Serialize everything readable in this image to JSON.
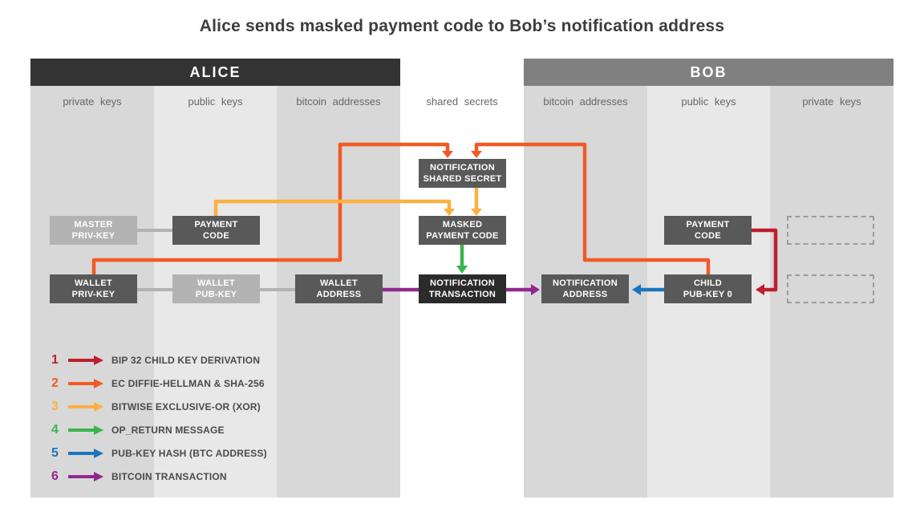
{
  "title": "Alice sends masked payment code to Bob’s notification address",
  "alice": {
    "header": "ALICE",
    "columns": [
      "private keys",
      "public keys",
      "bitcoin addresses"
    ]
  },
  "bob": {
    "header": "BOB",
    "columns": [
      "bitcoin addresses",
      "public keys",
      "private keys"
    ]
  },
  "shared_column_label": "shared secrets",
  "boxes": {
    "master_priv_key": "MASTER\nPRIV-KEY",
    "alice_payment_code": "PAYMENT\nCODE",
    "wallet_priv_key": "WALLET\nPRIV-KEY",
    "wallet_pub_key": "WALLET\nPUB-KEY",
    "wallet_address": "WALLET\nADDRESS",
    "notification_shared_secret": "NOTIFICATION\nSHARED SECRET",
    "masked_payment_code": "MASKED\nPAYMENT CODE",
    "notification_transaction": "NOTIFICATION\nTRANSACTION",
    "notification_address": "NOTIFICATION\nADDRESS",
    "child_pub_key_0": "CHILD\nPUB-KEY 0",
    "bob_payment_code": "PAYMENT\nCODE"
  },
  "colors": {
    "red": "#be1e2d",
    "orange": "#f15a24",
    "yellow": "#fbb040",
    "green": "#39b54a",
    "blue": "#1b75bc",
    "purple": "#92278f",
    "connector": "#b3b3b3"
  },
  "legend": {
    "items": [
      {
        "num": "1",
        "color": "#be1e2d",
        "label": "BIP 32 CHILD KEY DERIVATION"
      },
      {
        "num": "2",
        "color": "#f15a24",
        "label": "EC DIFFIE-HELLMAN & SHA-256"
      },
      {
        "num": "3",
        "color": "#fbb040",
        "label": "BITWISE EXCLUSIVE-OR (XOR)"
      },
      {
        "num": "4",
        "color": "#39b54a",
        "label": "OP_RETURN MESSAGE"
      },
      {
        "num": "5",
        "color": "#1b75bc",
        "label": "PUB-KEY HASH (BTC ADDRESS)"
      },
      {
        "num": "6",
        "color": "#92278f",
        "label": "BITCOIN TRANSACTION"
      }
    ]
  }
}
